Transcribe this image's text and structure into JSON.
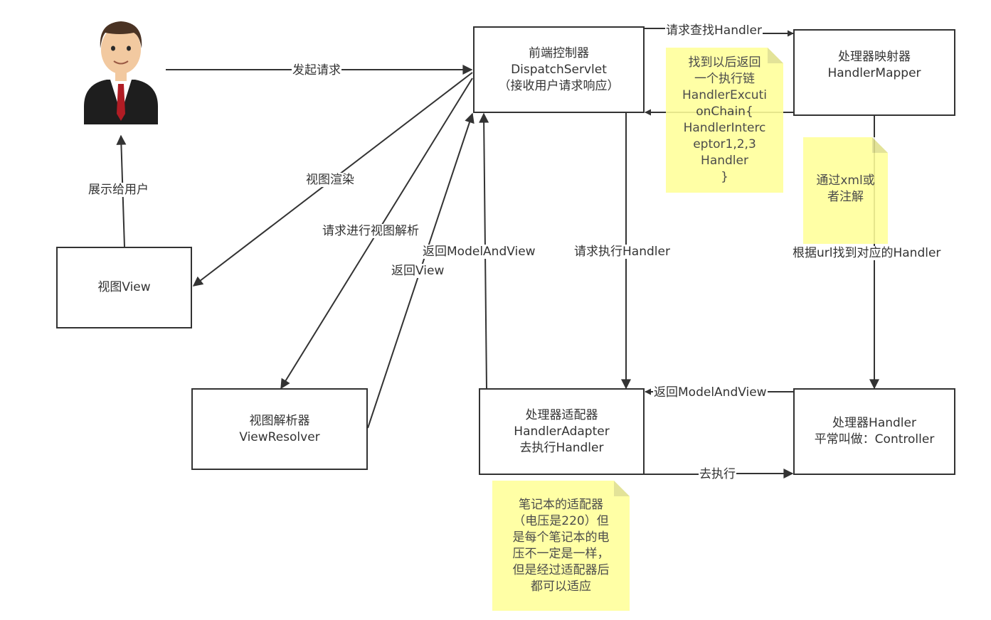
{
  "boxes": {
    "front_controller": [
      "前端控制器",
      "DispatchServlet",
      "（接收用户请求响应）"
    ],
    "handler_mapper": [
      "处理器映射器",
      "HandlerMapper"
    ],
    "view": [
      "视图View"
    ],
    "view_resolver": [
      "视图解析器",
      "ViewResolver"
    ],
    "handler_adapter": [
      "处理器适配器",
      "HandlerAdapter",
      "去执行Handler"
    ],
    "handler": [
      "处理器Handler",
      "平常叫做：Controller"
    ]
  },
  "notes": {
    "execution_chain": [
      "找到以后返回",
      "一个执行链",
      "HandlerExcuti",
      "onChain{",
      "HandlerInterc",
      "eptor1,2,3",
      "Handler",
      "}"
    ],
    "xml_annotation": [
      "通过xml或",
      "者注解"
    ],
    "adapter_analogy": [
      "笔记本的适配器",
      "（电压是220）但",
      "是每个笔记本的电",
      "压不一定是一样，",
      "但是经过适配器后",
      "都可以适应"
    ]
  },
  "edges": {
    "send_request": "发起请求",
    "show_user": "展示给用户",
    "render_view": "视图渲染",
    "request_view_resolve": "请求进行视图解析",
    "return_view": "返回View",
    "return_model_and_view_1": "返回ModelAndView",
    "request_execute_handler": "请求执行Handler",
    "request_find_handler": "请求查找Handler",
    "find_handler_by_url": "根据url找到对应的Handler",
    "return_model_and_view_2": "返回ModelAndView",
    "go_execute": "去执行"
  },
  "colors": {
    "line": "#333333",
    "note": "#ffff99",
    "suit": "#1e1e1e",
    "tie": "#b01c24",
    "skin": "#f2c9a0",
    "hair": "#4a3324"
  },
  "icons": {
    "user": "user-avatar-icon"
  }
}
